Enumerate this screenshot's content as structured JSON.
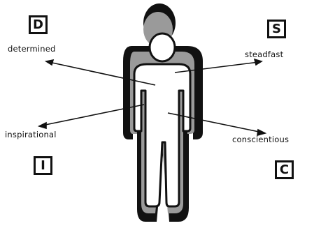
{
  "quadrants": {
    "d": {
      "letter": "D",
      "label": "determined"
    },
    "s": {
      "letter": "S",
      "label": "steadfast"
    },
    "i": {
      "letter": "I",
      "label": "inspirational"
    },
    "c": {
      "letter": "C",
      "label": "conscientious"
    }
  },
  "colors": {
    "ink": "#111111",
    "shadow_gray": "#9a9a9a",
    "background": "#ffffff"
  }
}
